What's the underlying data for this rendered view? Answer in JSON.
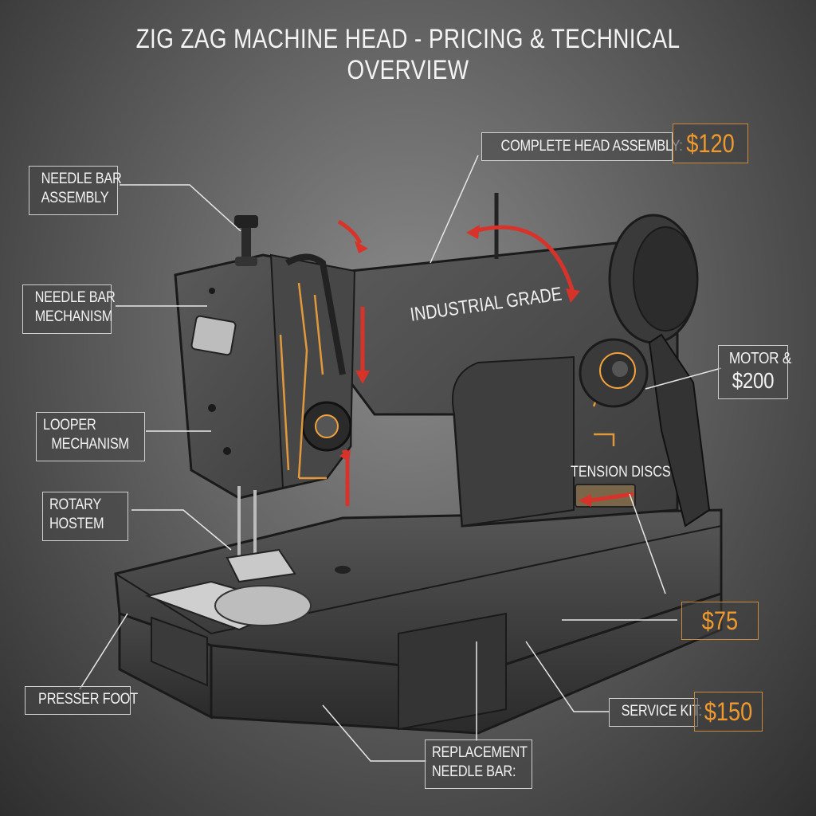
{
  "title": "ZIG ZAG MACHINE HEAD - PRICING & TECHNICAL OVERVIEW",
  "body_text": "INDUSTRIAL GRADE",
  "colors": {
    "background": "#5e5e5e",
    "label_border": "#cfcfcf",
    "price_text": "#f09a2e",
    "price_border": "#c98a3a",
    "arrow_red": "#d8332a",
    "glow_orange": "#f2a23a",
    "machine_body": "#4b4b4b"
  },
  "callouts": {
    "complete_head": {
      "label": "COMPLETE HEAD ASSEMBLY:",
      "price": "$120"
    },
    "needle_bar_assembly": {
      "line1": "NEEDLE BAR",
      "line2": "ASSEMBLY"
    },
    "needle_bar_mechanism": {
      "line1": "NEEDLE BAR",
      "line2": "MECHANISM"
    },
    "looper_mechanism": {
      "line1": "LOOPER",
      "line2": "MECHANISM"
    },
    "rotary_hostem": {
      "line1": "ROTARY",
      "line2": "HOSTEM"
    },
    "presser_foot": {
      "label": "PRESSER FOOT"
    },
    "motor": {
      "line1": "MOTOR &",
      "line2": "$200"
    },
    "tension_discs": {
      "label": "TENSION DISCS",
      "price": "$75"
    },
    "service_kit": {
      "label": "SERVICE KIT:",
      "price": "$150"
    },
    "replacement_needle_bar": {
      "line1": "REPLACEMENT",
      "line2": "NEEDLE BAR:"
    }
  },
  "icons": [
    "red-arrow-icon",
    "curved-arrow-icon",
    "handwheel-icon",
    "tension-knob-icon",
    "nameplate-icon"
  ]
}
